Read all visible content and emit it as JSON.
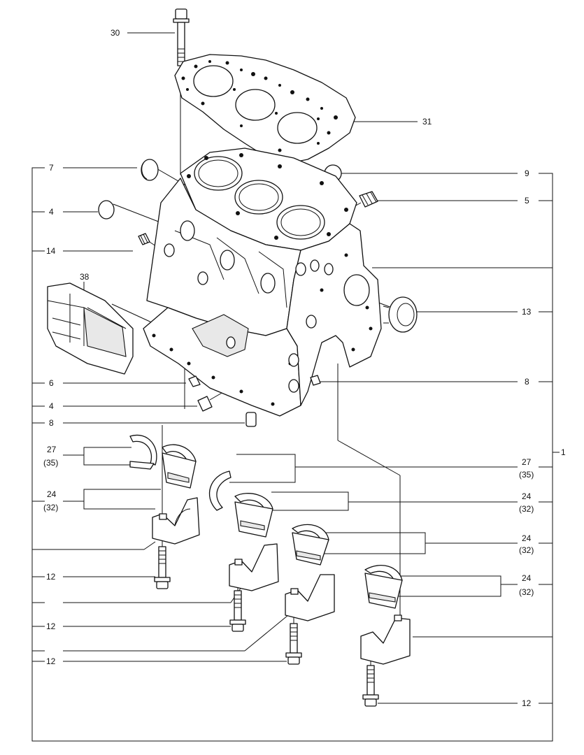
{
  "callouts": {
    "c30": "30",
    "c31": "31",
    "c7": "7",
    "c9": "9",
    "c4a": "4",
    "c5": "5",
    "c14": "14",
    "c38": "38",
    "c13": "13",
    "c6": "6",
    "c8a": "8",
    "c4b": "4",
    "c8b": "8",
    "c1": "1",
    "c27l_a": "27",
    "c27l_b": "(35)",
    "c24l_a": "24",
    "c24l_b": "(32)",
    "c27r_a": "27",
    "c27r_b": "(35)",
    "c24r1_a": "24",
    "c24r1_b": "(32)",
    "c24r2_a": "24",
    "c24r2_b": "(32)",
    "c24r3_a": "24",
    "c24r3_b": "(32)",
    "c12a": "12",
    "c12b": "12",
    "c12c": "12",
    "c12d": "12"
  }
}
